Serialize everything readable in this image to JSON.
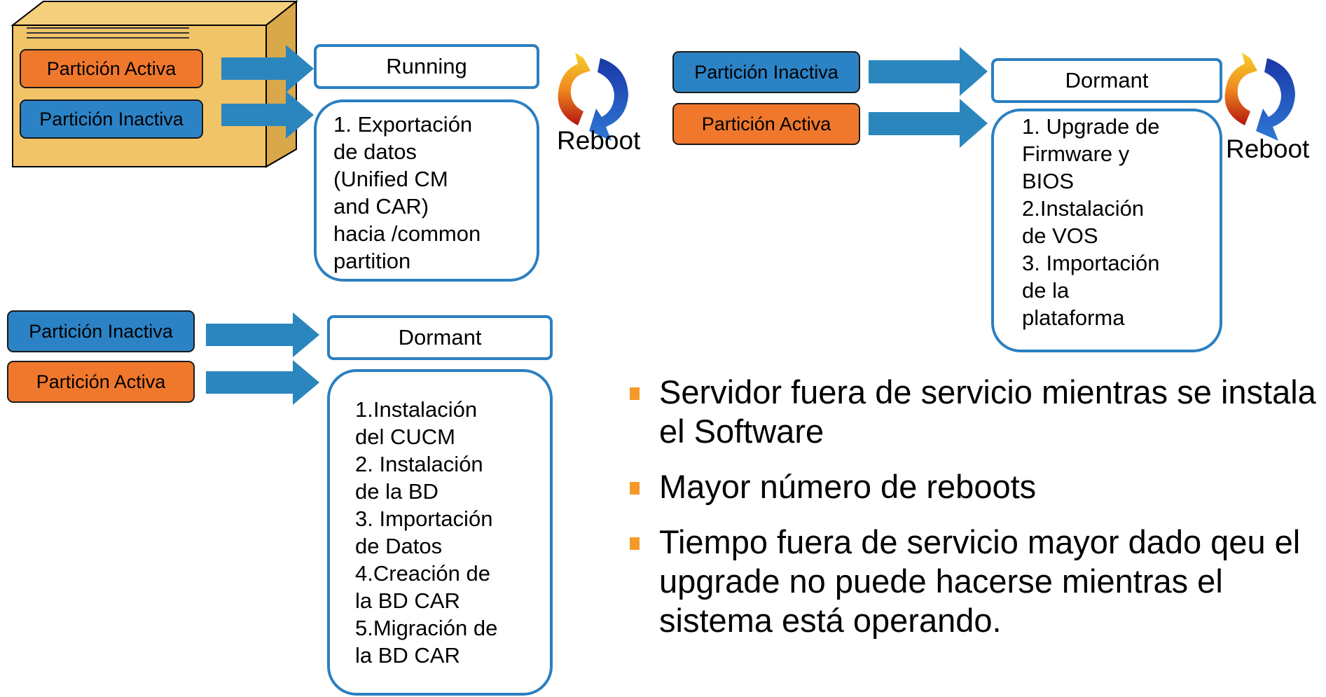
{
  "colors": {
    "active_partition": "#f0782d",
    "inactive_partition": "#2b83c6",
    "arrow": "#2b86be",
    "box_border": "#2b7fc1",
    "server_body": "#f1c468",
    "bullet": "#f59a2a"
  },
  "stage1": {
    "partition_top": "Partición Activa",
    "partition_bottom": "Partición Inactiva",
    "state": "Running",
    "steps": [
      "1. Exportación\nde datos\n(Unified CM\nand CAR)\nhacia /common\npartition"
    ],
    "reboot_label": "Reboot",
    "reboot_icon": "reboot-cycle-icon"
  },
  "stage2": {
    "partition_top": "Partición Inactiva",
    "partition_bottom": "Partición Activa",
    "state": "Dormant",
    "steps": [
      "1. Upgrade de\nFirmware y\nBIOS",
      "2.Instalación\nde VOS",
      "3. Importación\nde la\nplataforma"
    ],
    "reboot_label": "Reboot",
    "reboot_icon": "reboot-cycle-icon"
  },
  "stage3": {
    "partition_top": "Partición Inactiva",
    "partition_bottom": "Partición Activa",
    "state": "Dormant",
    "steps": [
      "1.Instalación\ndel CUCM",
      "2. Instalación\nde la BD",
      "3. Importación\nde Datos",
      "4.Creación de\nla BD CAR",
      "5.Migración de\nla BD CAR"
    ]
  },
  "bullets": [
    "Servidor fuera de servicio mientras se instala el Software",
    "Mayor número de reboots",
    "Tiempo fuera de servicio mayor dado qeu el upgrade no puede hacerse mientras el sistema está operando."
  ]
}
